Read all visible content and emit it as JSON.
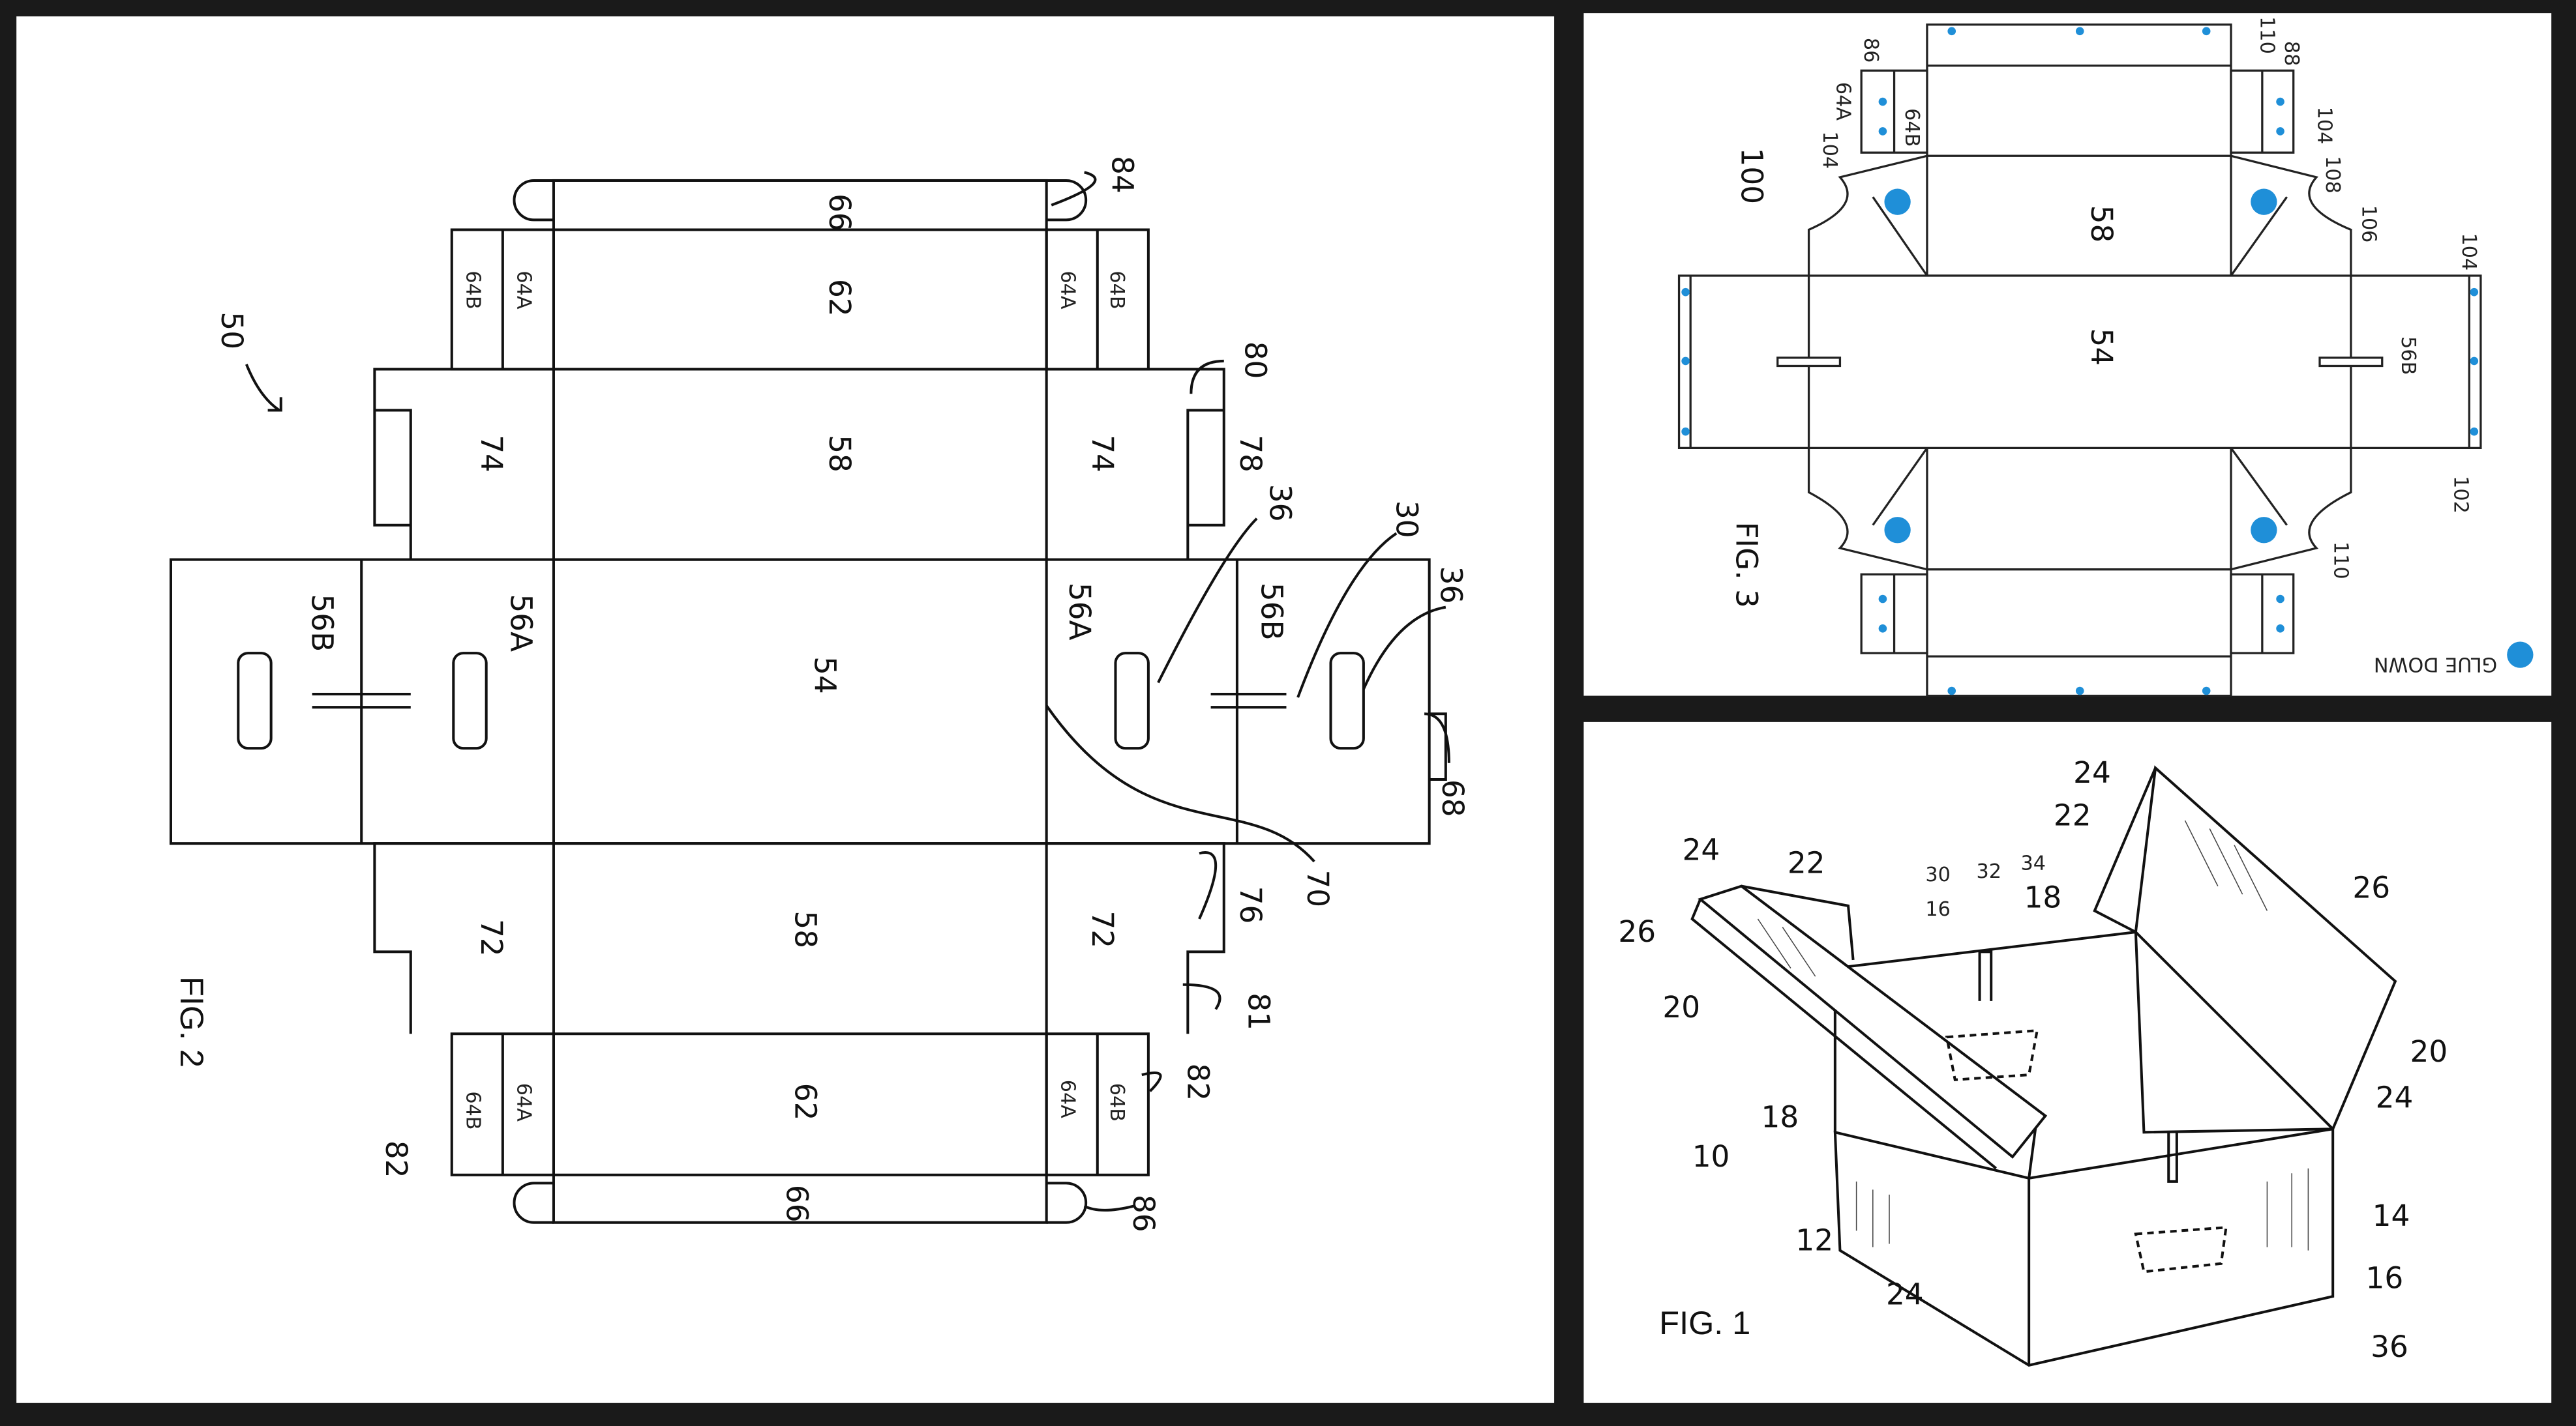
{
  "colors": {
    "background": "#1a1a1a",
    "paper": "#ffffff",
    "glue": "#1f8fd8",
    "ink": "#111111"
  },
  "fig2": {
    "caption": "FIG. 2",
    "ref": "50",
    "panels": {
      "p66_top": "66",
      "p62_top": "62",
      "p58_top": "58",
      "p54": "54",
      "p58_bot": "58",
      "p62_bot": "62",
      "p66_bot": "66",
      "l64a_top": "64A",
      "l64b_top": "64B",
      "r64a_top": "64A",
      "r64b_top": "64B",
      "l74": "74",
      "r74": "74",
      "l56b": "56B",
      "l56a": "56A",
      "r56a": "56A",
      "r56b": "56B",
      "l72": "72",
      "r72": "72",
      "l64a_bot": "64A",
      "l64b_bot": "64B",
      "r64a_bot": "64A",
      "r64b_bot": "64B"
    },
    "callouts": [
      "84",
      "80",
      "78",
      "36",
      "30",
      "36",
      "68",
      "70",
      "76",
      "81",
      "82",
      "82",
      "86"
    ]
  },
  "fig3": {
    "caption": "FIG. 3",
    "ref": "100",
    "panels": {
      "p58": "58",
      "p54": "54",
      "p56b": "56B"
    },
    "callouts": [
      "86",
      "64A",
      "64B",
      "104",
      "110",
      "88",
      "104",
      "108",
      "106",
      "104",
      "102",
      "110"
    ],
    "legend": "GLUE DOWN"
  },
  "fig1": {
    "caption": "FIG. 1",
    "callouts": [
      "24",
      "22",
      "26",
      "20",
      "18",
      "10",
      "12",
      "24",
      "30",
      "32",
      "34",
      "16",
      "18",
      "24",
      "22",
      "26",
      "20",
      "24",
      "14",
      "16",
      "36"
    ]
  }
}
